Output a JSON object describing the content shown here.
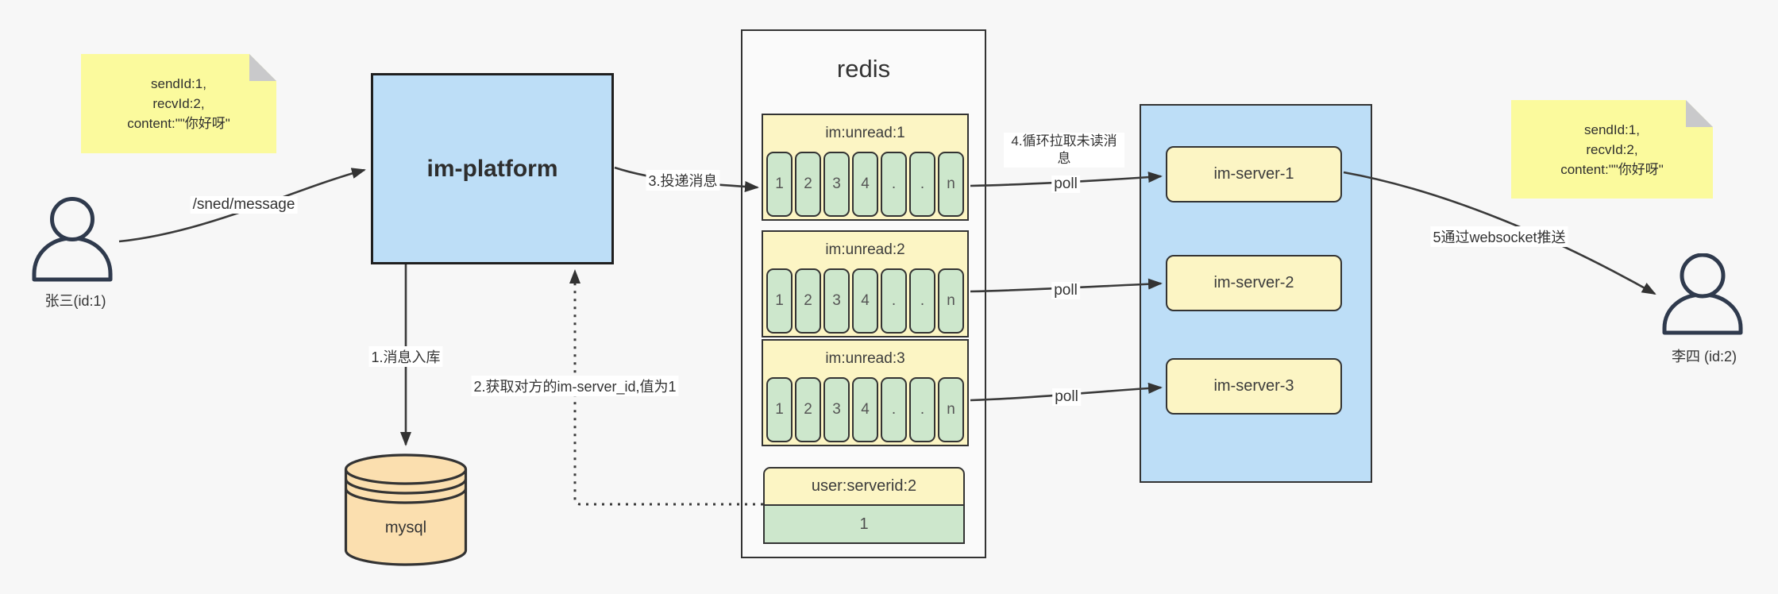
{
  "colors": {
    "background": "#f7f7f7",
    "accent_blue": "#bddef7",
    "pale_yellow": "#fcf5c4",
    "cell_green": "#cde7cc",
    "sticky_yellow": "#fbfa9d",
    "db_orange": "#fbdfaf",
    "line_dark": "#3a3a3a"
  },
  "actors": {
    "sender": {
      "label": "张三(id:1)"
    },
    "receiver": {
      "label": "李四 (id:2)"
    }
  },
  "notes": {
    "left": {
      "lines": [
        "sendId:1,",
        "recvId:2,",
        "content:\"\"你好呀\""
      ]
    },
    "right": {
      "lines": [
        "sendId:1,",
        "recvId:2,",
        "content:\"\"你好呀\""
      ]
    }
  },
  "platform": {
    "label": "im-platform"
  },
  "database": {
    "label": "mysql"
  },
  "redis": {
    "title": "redis",
    "queues": [
      {
        "header": "im:unread:1",
        "cells": [
          "1",
          "2",
          "3",
          "4",
          ".",
          ".",
          "n"
        ]
      },
      {
        "header": "im:unread:2",
        "cells": [
          "1",
          "2",
          "3",
          "4",
          ".",
          ".",
          "n"
        ]
      },
      {
        "header": "im:unread:3",
        "cells": [
          "1",
          "2",
          "3",
          "4",
          ".",
          ".",
          "n"
        ]
      }
    ],
    "kv": {
      "header": "user:serverid:2",
      "value": "1"
    }
  },
  "servers": [
    {
      "label": "im-server-1"
    },
    {
      "label": "im-server-2"
    },
    {
      "label": "im-server-3"
    }
  ],
  "edges": {
    "send": "/sned/message",
    "step1": "1.消息入库",
    "step2": "2.获取对方的im-server_id,值为1",
    "step3": "3.投递消息",
    "step4": "4.循环拉取未读消息",
    "step5": "5通过websocket推送",
    "polls": [
      "poll",
      "poll",
      "poll"
    ]
  }
}
